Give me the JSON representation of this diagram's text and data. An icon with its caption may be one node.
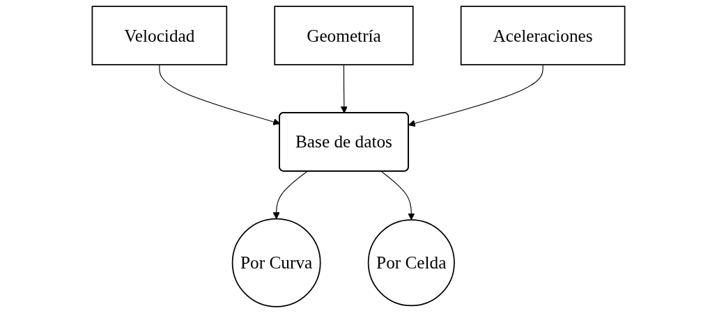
{
  "diagram": {
    "nodes": [
      {
        "text": [
          "Velocidad"
        ]
      },
      {
        "text": [
          "Geometría"
        ]
      },
      {
        "text": [
          "Base de datos"
        ]
      },
      {
        "text": [
          "Aceleraciones"
        ]
      },
      {
        "text": [
          "Por Curva"
        ]
      },
      {
        "text": [
          "Por Celda"
        ]
      }
    ],
    "edges": [
      {
        "from": 0,
        "to": 2,
        "arrow": "to"
      },
      {
        "from": 1,
        "to": 2,
        "arrow": "to"
      },
      {
        "from": 3,
        "to": 2,
        "arrow": "to"
      },
      {
        "from": 2,
        "to": 4,
        "arrow": "to"
      },
      {
        "from": 2,
        "to": 5,
        "arrow": "to"
      }
    ]
  }
}
